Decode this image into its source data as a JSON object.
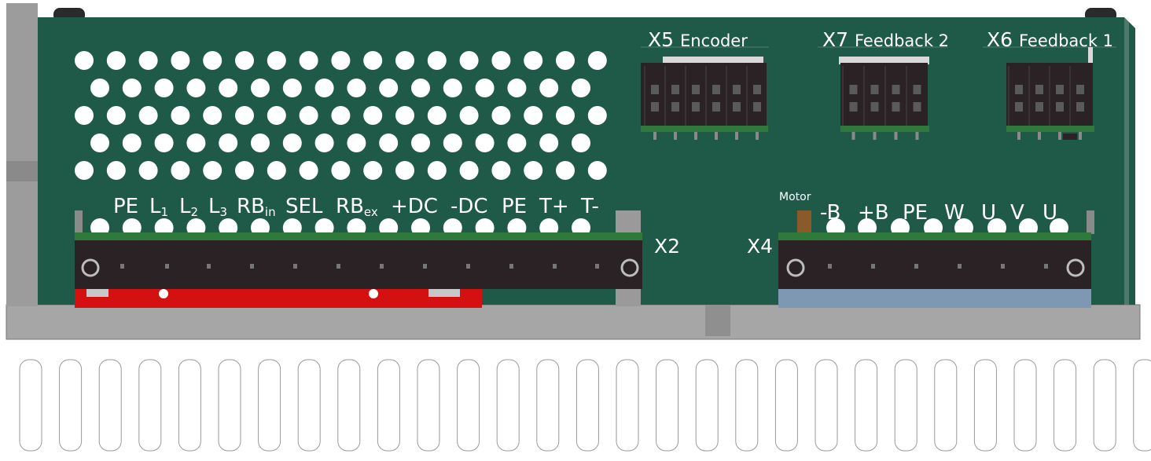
{
  "connectors": {
    "x5": {
      "id": "X5",
      "name": "Encoder"
    },
    "x7": {
      "id": "X7",
      "name": "Feedback 2"
    },
    "x6": {
      "id": "X6",
      "name": "Feedback 1"
    },
    "x2": {
      "id": "X2"
    },
    "x4": {
      "id": "X4",
      "group": "Motor"
    }
  },
  "x2_terminals": [
    {
      "main": "PE",
      "sub": ""
    },
    {
      "main": "L",
      "sub": "1"
    },
    {
      "main": "L",
      "sub": "2"
    },
    {
      "main": "L",
      "sub": "3"
    },
    {
      "main": "RB",
      "sub": "in"
    },
    {
      "main": "SEL",
      "sub": ""
    },
    {
      "main": "RB",
      "sub": "ex"
    },
    {
      "main": "+DC",
      "sub": ""
    },
    {
      "main": "-DC",
      "sub": ""
    },
    {
      "main": "PE",
      "sub": ""
    },
    {
      "main": "T+",
      "sub": ""
    },
    {
      "main": "T-",
      "sub": ""
    }
  ],
  "x4_terminals": [
    "-B",
    "+B",
    "PE",
    "W",
    "U",
    "V",
    "U"
  ],
  "colors": {
    "pcb": "#1f5a48",
    "pcb_stripe": "#2f7a3a",
    "heatsink": "#a6a6a6",
    "heatsink_dark": "#8a8a8a",
    "terminal_block": "#2b2226",
    "terminal_base_red": "#d41010",
    "terminal_base_blue": "#7e97b3",
    "text": "#ffffff"
  }
}
